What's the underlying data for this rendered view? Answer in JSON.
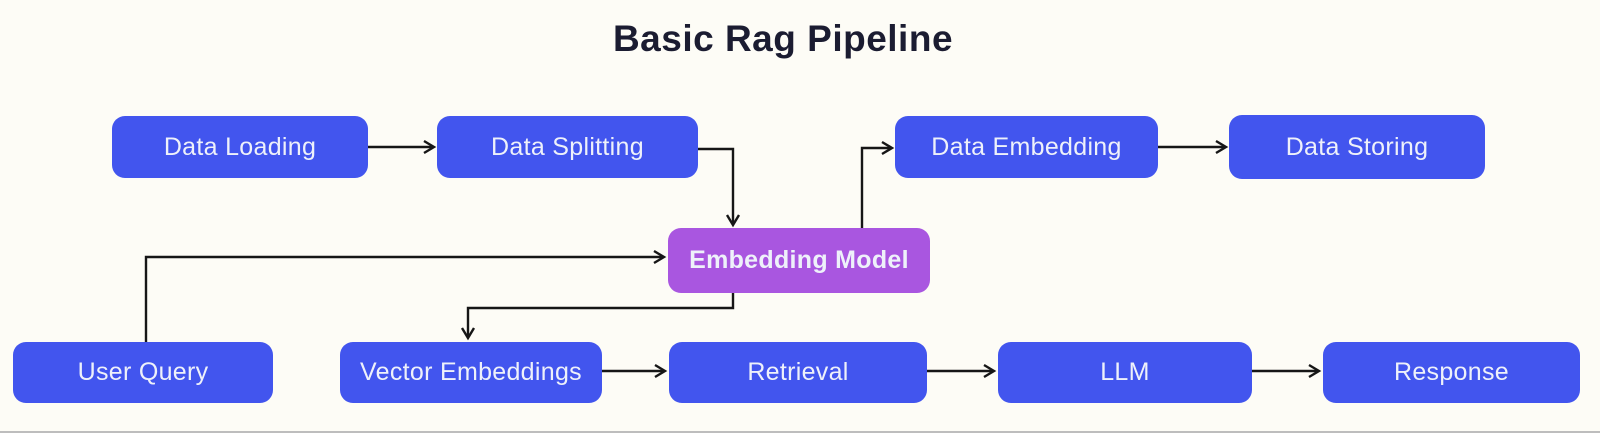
{
  "title": "Basic Rag Pipeline",
  "colors": {
    "background": "#fdfcf6",
    "node_blue": "#4255ee",
    "node_purple": "#a956e0",
    "node_text": "#eef1fa",
    "title_text": "#1b1c31",
    "arrow": "#161616",
    "bottom_divider": "#bdbdbd"
  },
  "diagram": {
    "nodes": [
      {
        "id": "data-loading",
        "label": "Data Loading",
        "color": "blue"
      },
      {
        "id": "data-splitting",
        "label": "Data Splitting",
        "color": "blue"
      },
      {
        "id": "data-embedding",
        "label": "Data Embedding",
        "color": "blue"
      },
      {
        "id": "data-storing",
        "label": "Data Storing",
        "color": "blue"
      },
      {
        "id": "embedding-model",
        "label": "Embedding Model",
        "color": "purple"
      },
      {
        "id": "user-query",
        "label": "User Query",
        "color": "blue"
      },
      {
        "id": "vector-embeddings",
        "label": "Vector Embeddings",
        "color": "blue"
      },
      {
        "id": "retrieval",
        "label": "Retrieval",
        "color": "blue"
      },
      {
        "id": "llm",
        "label": "LLM",
        "color": "blue"
      },
      {
        "id": "response",
        "label": "Response",
        "color": "blue"
      }
    ],
    "edges": [
      {
        "from": "data-loading",
        "to": "data-splitting"
      },
      {
        "from": "data-splitting",
        "to": "embedding-model"
      },
      {
        "from": "embedding-model",
        "to": "data-embedding"
      },
      {
        "from": "data-embedding",
        "to": "data-storing"
      },
      {
        "from": "user-query",
        "to": "embedding-model"
      },
      {
        "from": "embedding-model",
        "to": "vector-embeddings"
      },
      {
        "from": "vector-embeddings",
        "to": "retrieval"
      },
      {
        "from": "retrieval",
        "to": "llm"
      },
      {
        "from": "llm",
        "to": "response"
      }
    ]
  }
}
